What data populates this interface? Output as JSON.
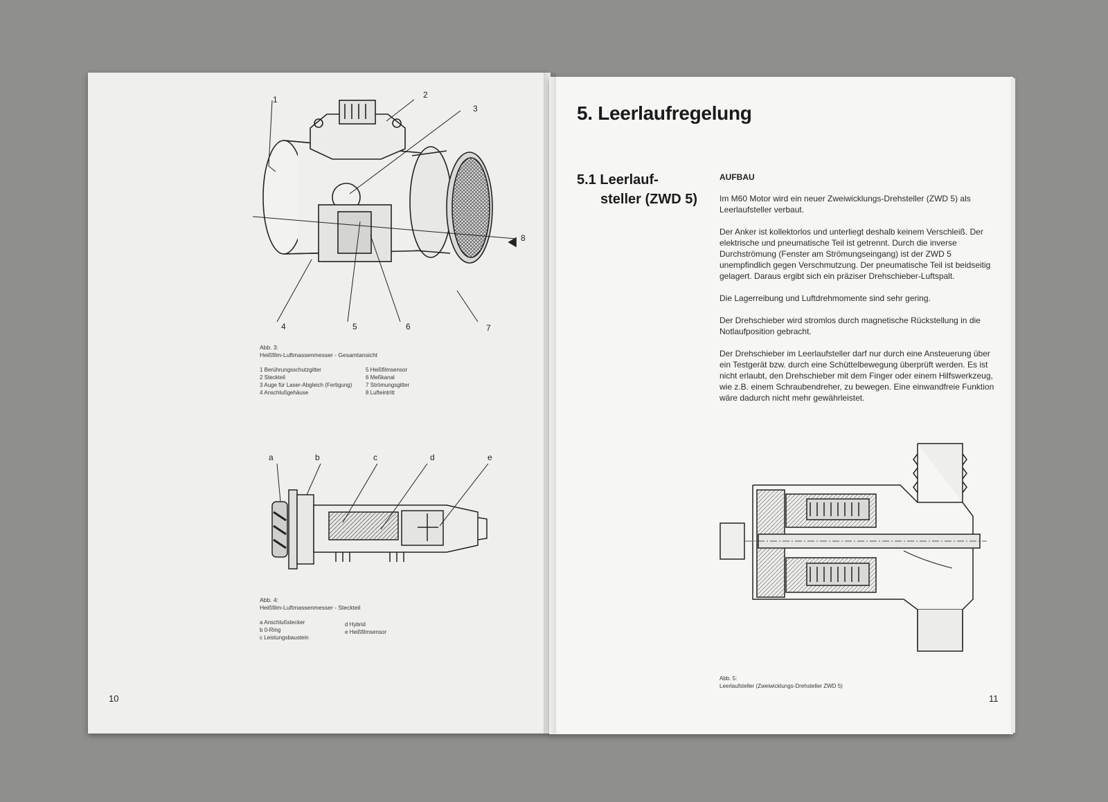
{
  "left_page": {
    "figure3": {
      "callouts": [
        "1",
        "2",
        "3",
        "4",
        "5",
        "6",
        "7",
        "8"
      ],
      "caption_number": "Abb. 3:",
      "caption_title": "Heißfilm-Luftmassenmesser - Gesamtansicht",
      "legend_col1": [
        "1 Berührungsschutzgitter",
        "2 Steckteil",
        "3 Auge für Laser-Abgleich (Fertigung)",
        "4 Anschlußgehäuse"
      ],
      "legend_col2": [
        "5 Heißfilmsensor",
        "6 Meßkanal",
        "7 Strömungsgitter",
        "8 Lufteintritt"
      ]
    },
    "figure4": {
      "callouts": [
        "a",
        "b",
        "c",
        "d",
        "e"
      ],
      "caption_number": "Abb. 4:",
      "caption_title": "Heißfilm-Luftmassenmesser - Steckteil",
      "legend_col1": [
        "a Anschlußstecker",
        "b 0-Ring",
        "c Leistungsbaustein"
      ],
      "legend_col2": [
        "d Hybrid",
        "e Heißfilmsensor"
      ]
    },
    "page_number": "10"
  },
  "right_page": {
    "chapter_title": "5. Leerlaufregelung",
    "section_title_line1": "5.1 Leerlauf-",
    "section_title_line2": "steller (ZWD 5)",
    "subheading": "AUFBAU",
    "paragraphs": [
      "Im M60 Motor wird ein neuer Zweiwicklungs-Drehsteller (ZWD 5) als Leerlaufsteller verbaut.",
      "Der Anker ist kollektorlos und unterliegt deshalb keinem Verschleiß. Der elektrische und pneumatische Teil ist getrennt. Durch die inverse Durchströmung (Fenster am Strömungseingang) ist der ZWD 5 unempfindlich gegen Verschmutzung. Der pneumatische Teil ist beidseitig gelagert. Daraus ergibt sich ein präziser Drehschieber-Luftspalt.",
      "Die Lagerreibung und Luftdrehmomente sind sehr gering.",
      "Der Drehschieber wird stromlos durch magnetische Rückstellung in die Notlaufposition gebracht.",
      "Der Drehschieber im Leerlaufsteller darf nur durch eine Ansteuerung über ein Testgerät bzw. durch eine Schüttelbewegung überprüft werden. Es ist nicht erlaubt, den Drehschieber mit dem Finger oder einem Hilfswerkzeug, wie z.B. einem Schraubendreher, zu bewegen. Eine einwandfreie Funktion wäre dadurch nicht mehr gewährleistet."
    ],
    "figure5": {
      "caption_number": "Abb. 5:",
      "caption_title": "Leerlaufsteller (Zweiwicklungs-Drehsteller ZWD 5)"
    },
    "page_number": "11"
  }
}
